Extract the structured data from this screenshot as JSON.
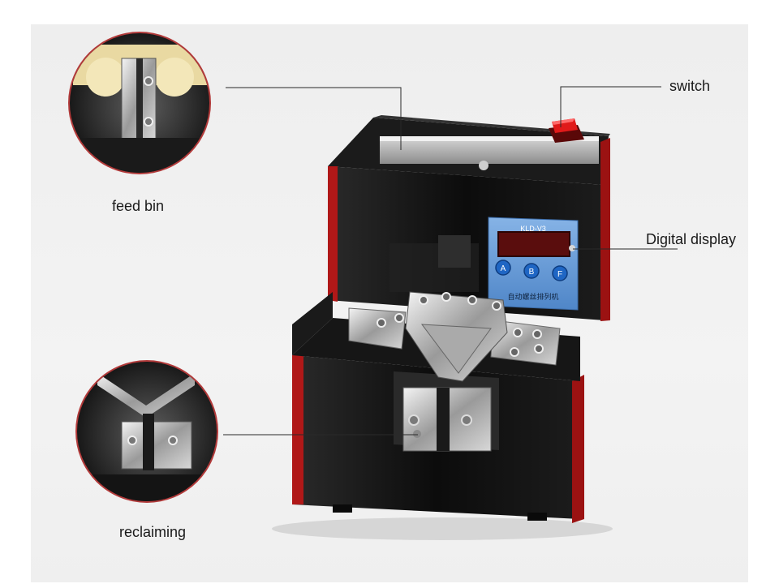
{
  "callouts": {
    "feed_bin": "feed bin",
    "switch": "switch",
    "digital_display": "Digital display",
    "reclaiming": "reclaiming"
  },
  "display_panel": {
    "model": "KLD-V3",
    "buttons": [
      "A",
      "B",
      "F"
    ],
    "caption": "自动螺丝排列机"
  },
  "colors": {
    "machine_body": "#121212",
    "side_trim": "#b01818",
    "panel_blue": "#6d9ed6",
    "led_window": "#5a0d0d",
    "button_blue": "#1f66c4",
    "switch_red": "#e01a1a",
    "callout_ring": "#b23a3a"
  }
}
